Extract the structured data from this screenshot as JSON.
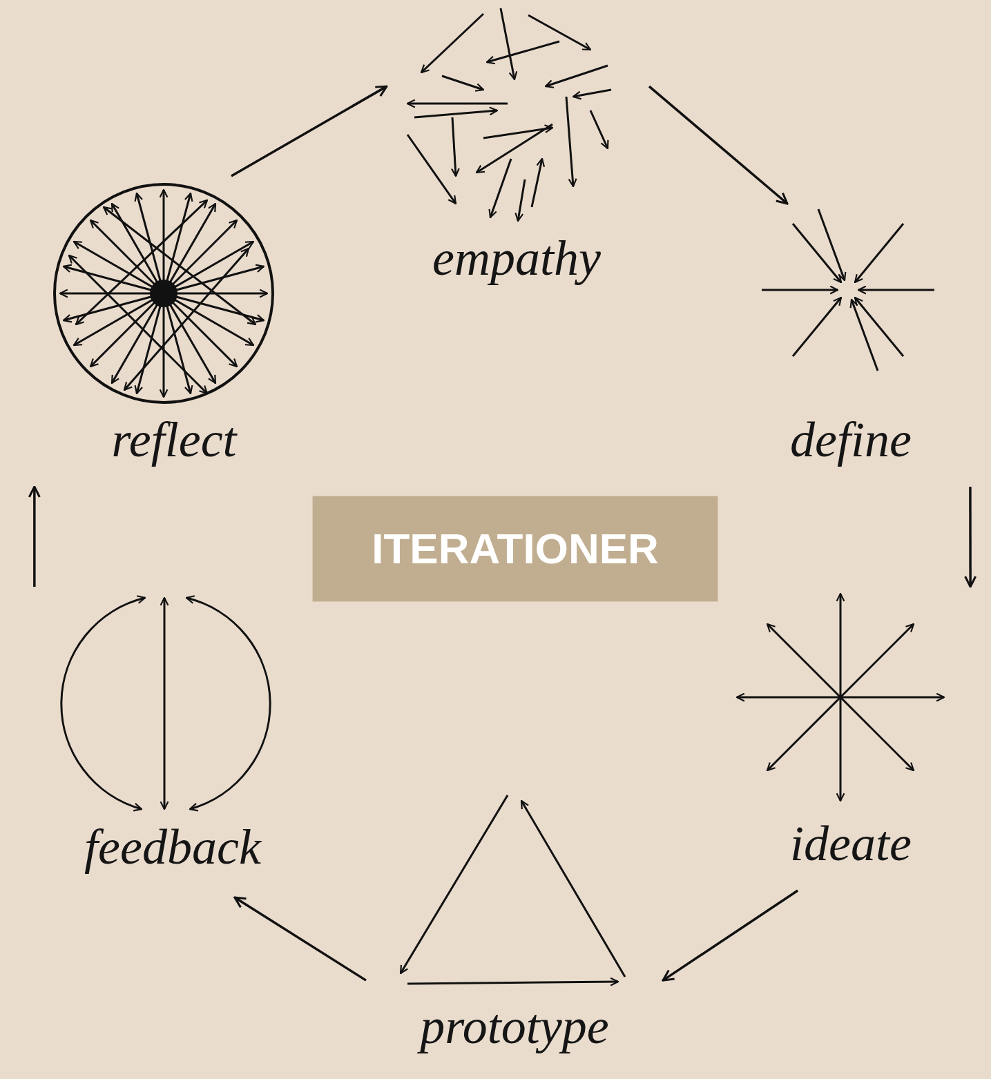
{
  "diagram": {
    "nodes": [
      {
        "text": [
          "empathy"
        ]
      },
      {
        "text": [
          "define"
        ]
      },
      {
        "text": [
          "ideate"
        ]
      },
      {
        "text": [
          "prototype"
        ]
      },
      {
        "text": [
          "feedback"
        ]
      },
      {
        "text": [
          "reflect"
        ]
      },
      {
        "text": [
          "ITERATIONER"
        ]
      }
    ],
    "edges": [
      {
        "from": 0,
        "to": 1,
        "arrow": "to"
      },
      {
        "from": 1,
        "to": 2,
        "arrow": "to"
      },
      {
        "from": 2,
        "to": 3,
        "arrow": "to"
      },
      {
        "from": 3,
        "to": 4,
        "arrow": "to"
      },
      {
        "from": 4,
        "to": 5,
        "arrow": "to"
      },
      {
        "from": 5,
        "to": 0,
        "arrow": "to"
      }
    ]
  }
}
